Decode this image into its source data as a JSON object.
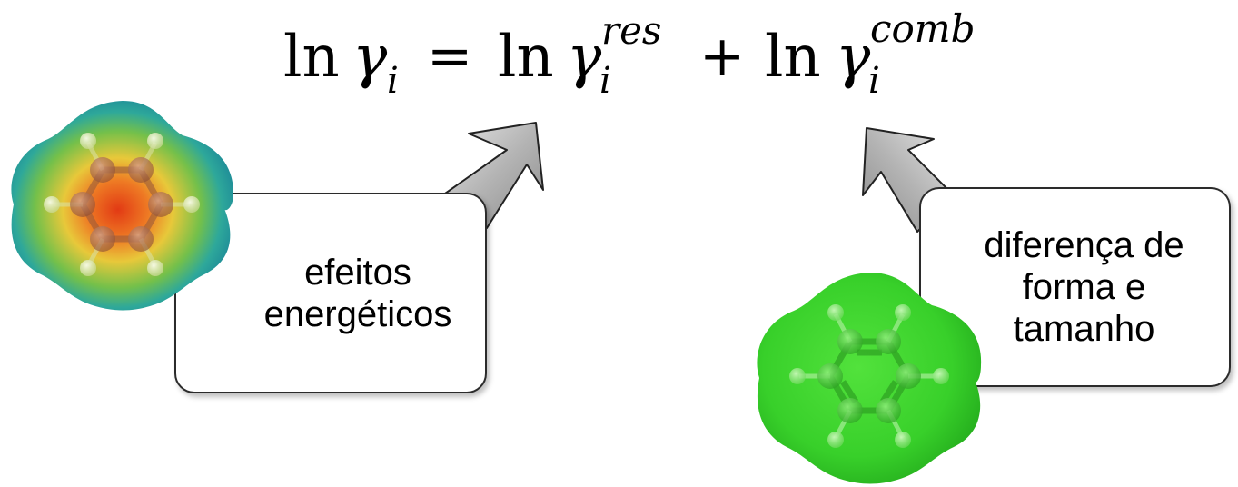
{
  "equation": {
    "ln": "ln",
    "gamma": "γ",
    "subscript": "i",
    "equals": "=",
    "plus": "+",
    "residual_superscript": "res",
    "combinatorial_superscript": "comb"
  },
  "left_callout": {
    "text": "efeitos\nenergéticos"
  },
  "right_callout": {
    "text": "diferença de\nforma e\ntamanho"
  },
  "molecules": {
    "left_style": "electrostatic-potential-map",
    "right_style": "uniform-surface",
    "left_colors": [
      "#e8451a",
      "#f0a030",
      "#e6d23a",
      "#58c050",
      "#2aa6a0"
    ],
    "right_color": "#39d62a"
  },
  "arrow_color": "#b4b4b4"
}
